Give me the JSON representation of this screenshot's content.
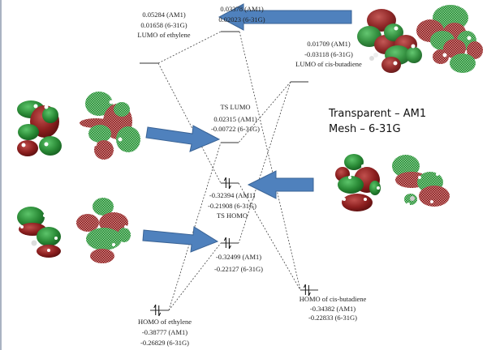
{
  "legend": {
    "line1": "Transparent – AM1",
    "line2": "Mesh – 6-31G"
  },
  "levels": {
    "ethylene_lumo": {
      "name": "LUMO of ethylene",
      "am1": "0.05284 (AM1)",
      "g631": "0.01658 (6-31G)",
      "occupied": false
    },
    "ts_top": {
      "am1": "0.03378 (AM1)",
      "g631": "0.02023 (6-31G)",
      "occupied": false
    },
    "butadiene_lumo": {
      "name": "LUMO of cis-butadiene",
      "am1": "0.01709 (AM1)",
      "g631": "-0.03118 (6-31G)",
      "occupied": false
    },
    "ts_lumo": {
      "name": "TS LUMO",
      "am1": "0.02315 (AM1)",
      "g631": "-0.00722 (6-31G)",
      "occupied": false
    },
    "ts_homo": {
      "name": "TS HOMO",
      "am1": "-0.32394 (AM1)",
      "g631": "-0.21908 (6-31G)",
      "occupied": true
    },
    "ts_lower": {
      "am1": "-0.32499 (AM1)",
      "g631": "-0.22127 (6-31G)",
      "occupied": true
    },
    "ethylene_homo": {
      "name": "HOMO of ethylene",
      "am1": "-0.38777 (AM1)",
      "g631": "-0.26829 (6-31G)",
      "occupied": true
    },
    "butadiene_homo": {
      "name": "HOMO of cis-butadiene",
      "am1": "-0.34382 (AM1)",
      "g631": "-0.22833 (6-31G)",
      "occupied": true
    }
  },
  "correlations": [
    [
      "ethylene_lumo",
      "ts_top"
    ],
    [
      "ethylene_lumo",
      "ts_homo"
    ],
    [
      "ts_top",
      "butadiene_homo"
    ],
    [
      "ts_homo",
      "butadiene_homo"
    ],
    [
      "butadiene_lumo",
      "ts_lumo"
    ],
    [
      "butadiene_lumo",
      "ts_lower"
    ],
    [
      "ethylene_homo",
      "ts_lumo"
    ],
    [
      "ethylene_homo",
      "ts_lower"
    ]
  ],
  "orbital_images": [
    {
      "id": "ts-top-orbitals",
      "points_to": "ts_top"
    },
    {
      "id": "ts-lumo-orbitals",
      "points_to": "ts_lumo"
    },
    {
      "id": "ts-homo-orbitals",
      "points_to": "ts_homo"
    },
    {
      "id": "ts-lower-orbitals",
      "points_to": "ts_lower"
    }
  ],
  "colors": {
    "arrow_fill": "#4f81bd",
    "arrow_stroke": "#3a6395",
    "lobe_green": "#2e8b3a",
    "lobe_red": "#8b1e1e",
    "line": "#444444"
  }
}
